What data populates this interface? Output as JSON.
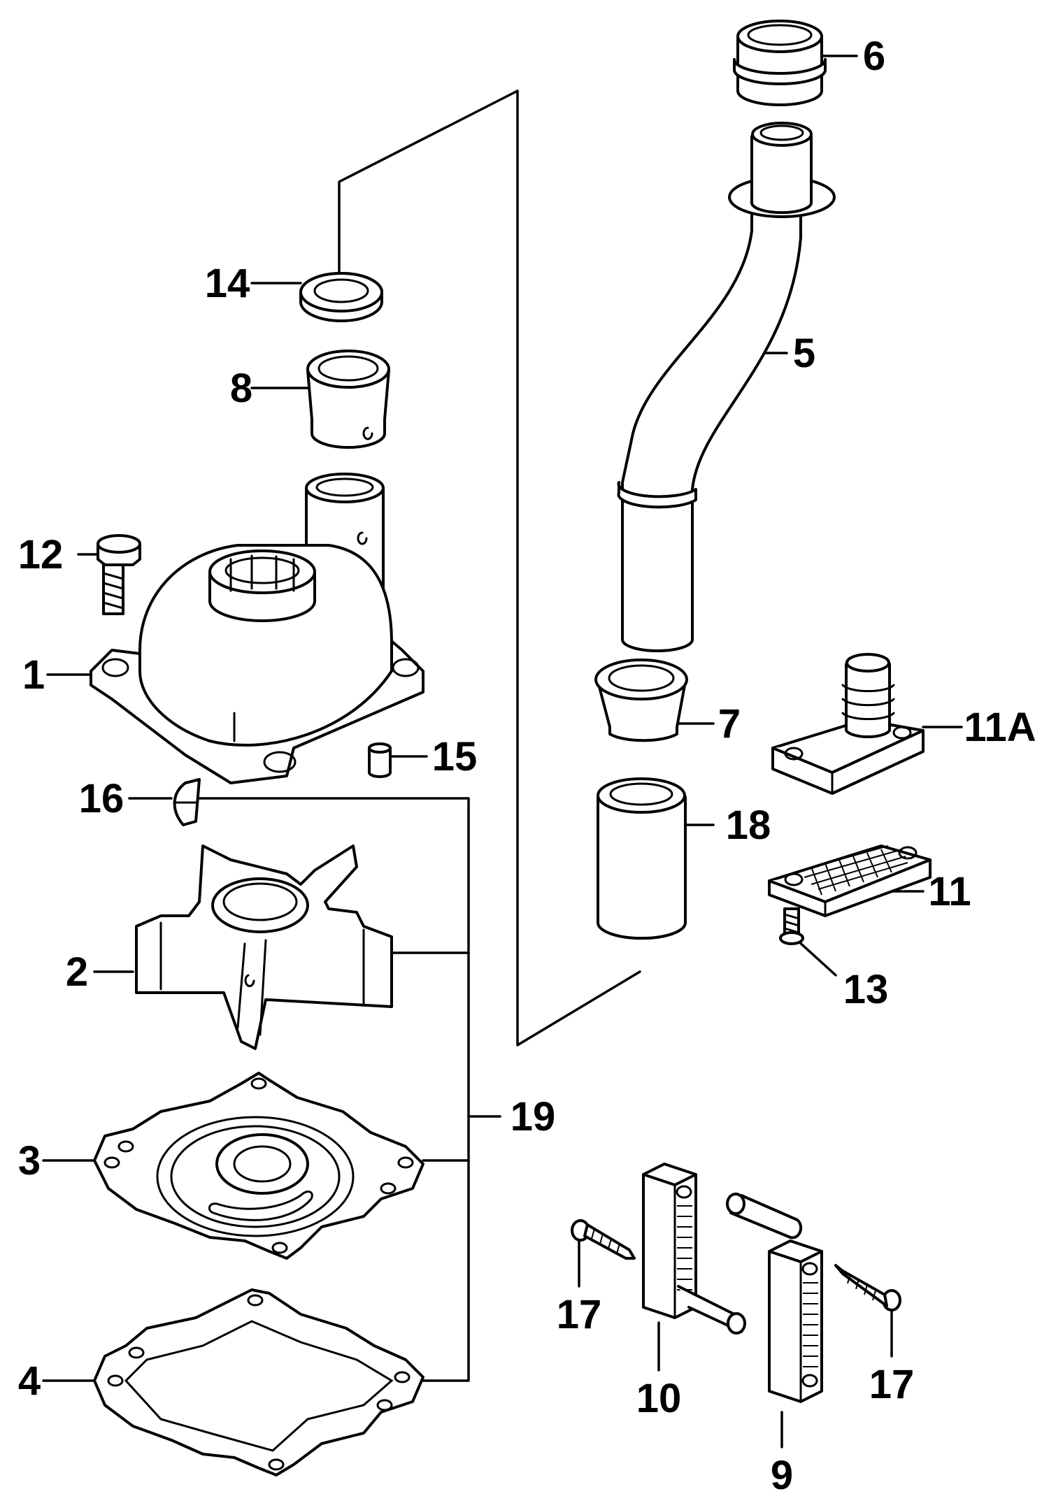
{
  "callouts": {
    "c1": "1",
    "c2": "2",
    "c3": "3",
    "c4": "4",
    "c5": "5",
    "c6": "6",
    "c7": "7",
    "c8": "8",
    "c9": "9",
    "c10": "10",
    "c11": "11",
    "c11a": "11A",
    "c12": "12",
    "c13": "13",
    "c14": "14",
    "c15": "15",
    "c16": "16",
    "c17a": "17",
    "c17b": "17",
    "c18": "18",
    "c19": "19"
  }
}
